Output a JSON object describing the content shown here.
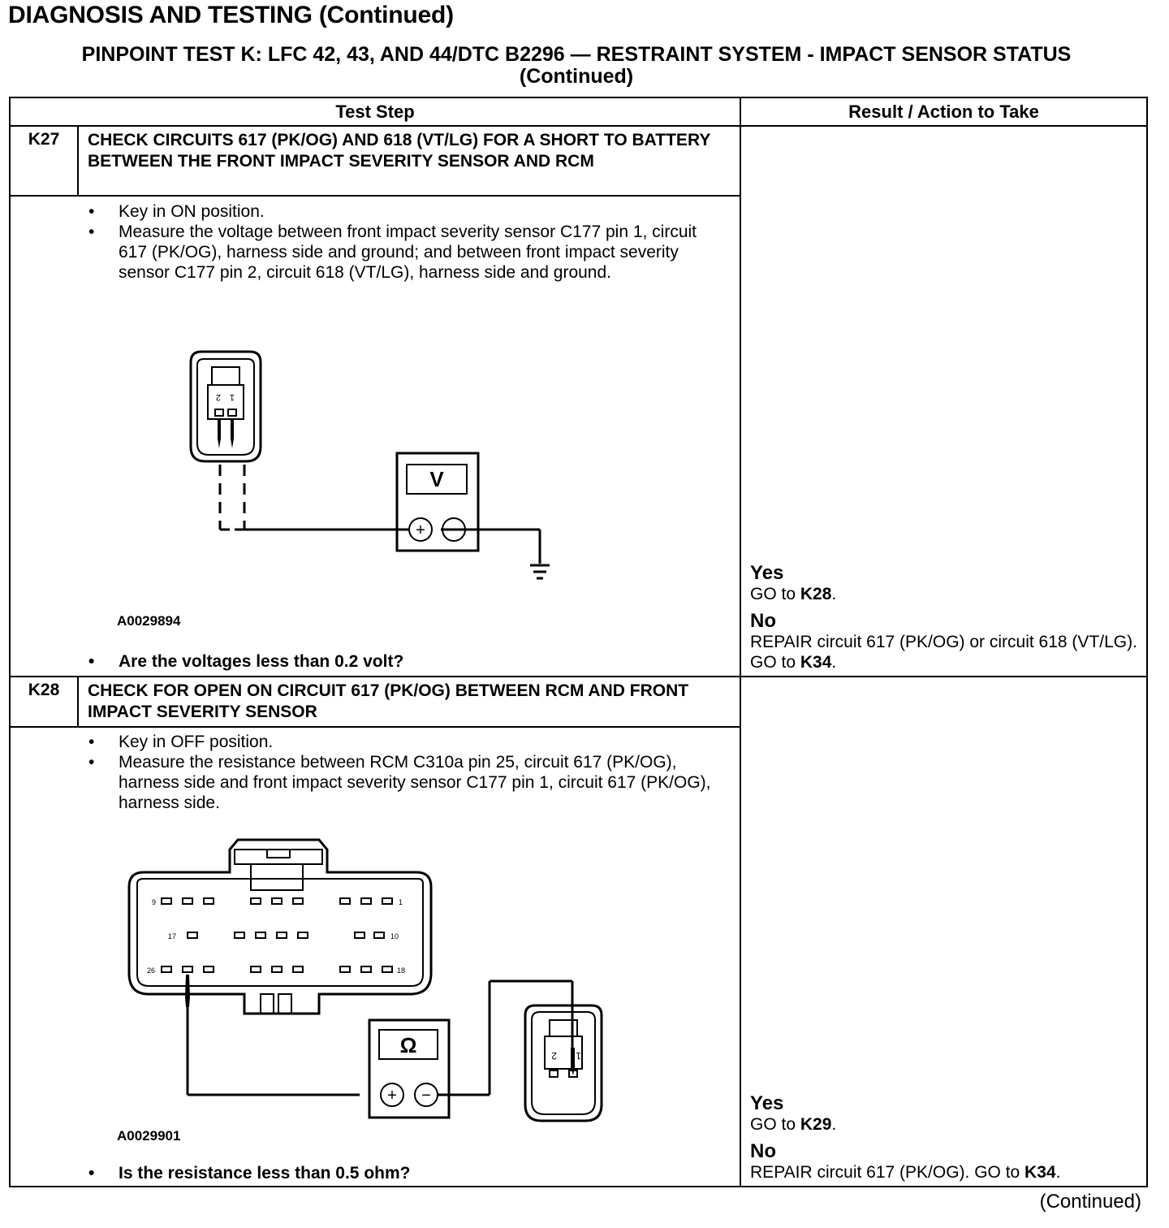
{
  "header": {
    "title": "DIAGNOSIS AND TESTING (Continued)",
    "test_title_line1": "PINPOINT TEST K: LFC 42, 43, AND 44/DTC B2296 — RESTRAINT SYSTEM - IMPACT SENSOR STATUS",
    "test_title_line2": "(Continued)"
  },
  "table": {
    "col_test_step": "Test Step",
    "col_result": "Result / Action to Take"
  },
  "steps": [
    {
      "id": "K27",
      "heading": "CHECK CIRCUITS 617 (PK/OG) AND 618 (VT/LG) FOR A SHORT TO BATTERY BETWEEN THE FRONT IMPACT SEVERITY SENSOR AND RCM",
      "bullets": [
        "Key in ON position.",
        "Measure the voltage between front impact severity sensor C177 pin 1, circuit 617 (PK/OG), harness side and ground; and between front impact severity sensor C177 pin 2, circuit 618 (VT/LG), harness side and ground."
      ],
      "figure_code": "A0029894",
      "question": "Are the voltages less than 0.2 volt?",
      "meter_symbol": "V",
      "yes_label": "Yes",
      "yes_pre": "GO to ",
      "yes_ref": "K28",
      "yes_post": ".",
      "no_label": "No",
      "no_pre": "REPAIR circuit 617 (PK/OG) or circuit 618 (VT/LG). GO to ",
      "no_ref": "K34",
      "no_post": "."
    },
    {
      "id": "K28",
      "heading": "CHECK FOR OPEN ON CIRCUIT 617 (PK/OG) BETWEEN RCM AND FRONT IMPACT SEVERITY SENSOR",
      "bullets": [
        "Key in OFF position.",
        "Measure the resistance between RCM C310a pin 25, circuit 617 (PK/OG), harness side and front impact severity sensor C177 pin 1, circuit 617 (PK/OG), harness side."
      ],
      "figure_code": "A0029901",
      "question": "Is the resistance less than 0.5 ohm?",
      "meter_symbol": "Ω",
      "yes_label": "Yes",
      "yes_pre": "GO to ",
      "yes_ref": "K29",
      "yes_post": ".",
      "no_label": "No",
      "no_pre": "REPAIR circuit 617 (PK/OG). GO to ",
      "no_ref": "K34",
      "no_post": "."
    }
  ],
  "figure_labels": {
    "pin_1": "1",
    "pin_2": "2",
    "pin_9": "9",
    "pin_17": "17",
    "pin_10": "10",
    "pin_26": "26",
    "pin_18": "18",
    "plus": "+",
    "minus": "−"
  },
  "footer": {
    "continued": "(Continued)"
  }
}
